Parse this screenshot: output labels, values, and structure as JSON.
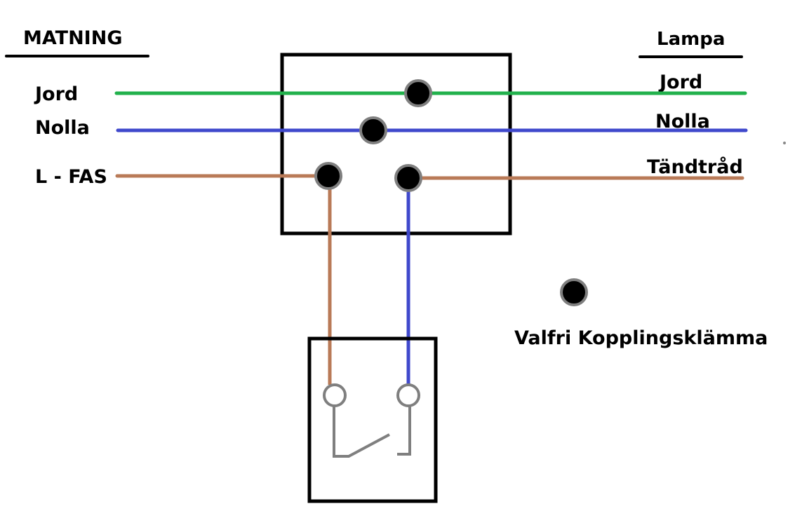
{
  "supply": {
    "heading": "MATNING",
    "labels": {
      "earth": "Jord",
      "neutral": "Nolla",
      "phase": "L - FAS"
    }
  },
  "lamp": {
    "heading": "Lampa",
    "labels": {
      "earth": "Jord",
      "neutral": "Nolla",
      "switched_live": "Tändtråd"
    }
  },
  "legend": {
    "connector_label": "Valfri Kopplingsklämma"
  },
  "colors": {
    "earth": "#22b14c",
    "neutral": "#3f48cc",
    "phase": "#b97a57",
    "terminal_fill": "#000000",
    "terminal_ring": "#7f7f7f",
    "switch_gray": "#7f7f7f",
    "box": "#000000"
  }
}
